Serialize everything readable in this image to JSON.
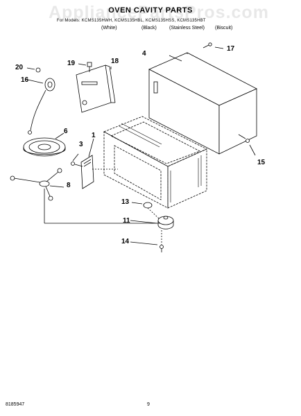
{
  "watermark": "AppliancePartsPros.com",
  "header": {
    "title": "OVEN CAVITY PARTS",
    "models": "For Models: KCMS135HWH, KCMS135HBL, KCMS135HSS, KCMS135HBT",
    "finishes": [
      "(White)",
      "(Black)",
      "(Stainless Steel)",
      "(Biscuit)"
    ]
  },
  "callouts": [
    "1",
    "3",
    "4",
    "6",
    "8",
    "11",
    "13",
    "14",
    "15",
    "16",
    "17",
    "18",
    "19",
    "20"
  ],
  "footer": {
    "doc_number": "8185947",
    "page": "9"
  }
}
